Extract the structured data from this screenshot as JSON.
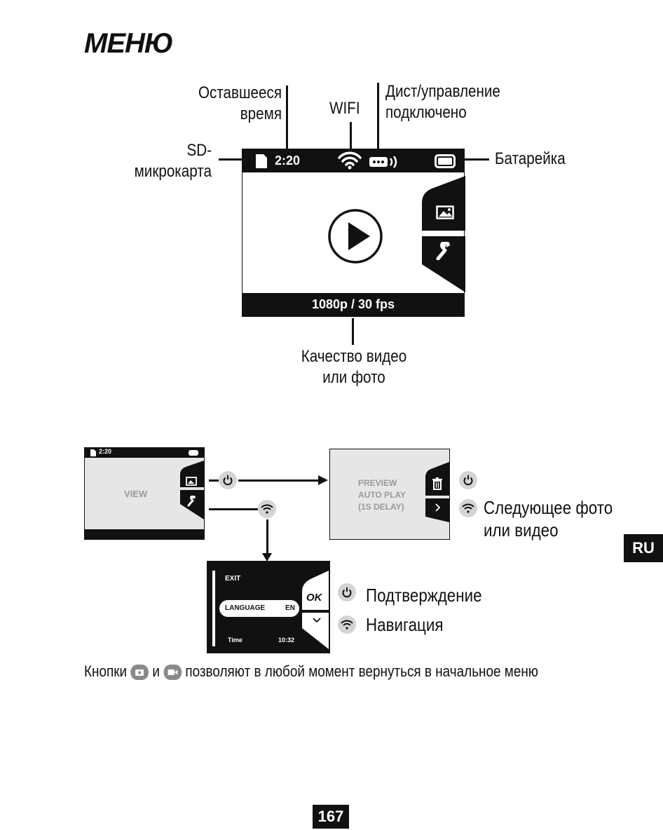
{
  "page": {
    "title": "МЕНЮ",
    "page_number": "167",
    "lang_badge": "RU"
  },
  "labels": {
    "remaining_time": [
      "Оставшееся",
      "время"
    ],
    "wifi": "WIFI",
    "remote": [
      "Дист/управление",
      "подключено"
    ],
    "sd": [
      "SD-",
      "микрокарта"
    ],
    "battery": "Батарейка",
    "quality": [
      "Качество видео",
      "или фото"
    ]
  },
  "main_screen": {
    "time": "2:20",
    "resolution": "1080p / 30 fps"
  },
  "view_screen": {
    "time": "2:20",
    "label": "VIEW"
  },
  "preview_screen": {
    "lines": [
      "PREVIEW",
      "AUTO PLAY",
      "(1S DELAY)"
    ]
  },
  "menu_screen": {
    "exit": "EXIT",
    "language": "LANGUAGE",
    "language_value": "EN",
    "time_label": "Time",
    "time_value": "10:32",
    "ok": "OK"
  },
  "legend": {
    "next": [
      "Следующее фото",
      "или видео"
    ],
    "confirm": "Подтверждение",
    "navigate": "Навигация"
  },
  "footer": {
    "part1": "Кнопки",
    "part2": "и",
    "part3": "позволяют в любой момент вернуться в начальное меню"
  },
  "icons": {
    "sd_card": "sd-card-icon",
    "wifi": "wifi-icon",
    "remote": "remote-icon",
    "battery": "battery-icon",
    "photo": "photo-icon",
    "wrench": "wrench-icon",
    "play": "play-icon",
    "power": "power-icon",
    "trash": "trash-icon",
    "chevron_right": "chevron-right-icon",
    "chevron_down": "chevron-down-icon",
    "camera": "camera-icon",
    "video": "video-icon"
  }
}
